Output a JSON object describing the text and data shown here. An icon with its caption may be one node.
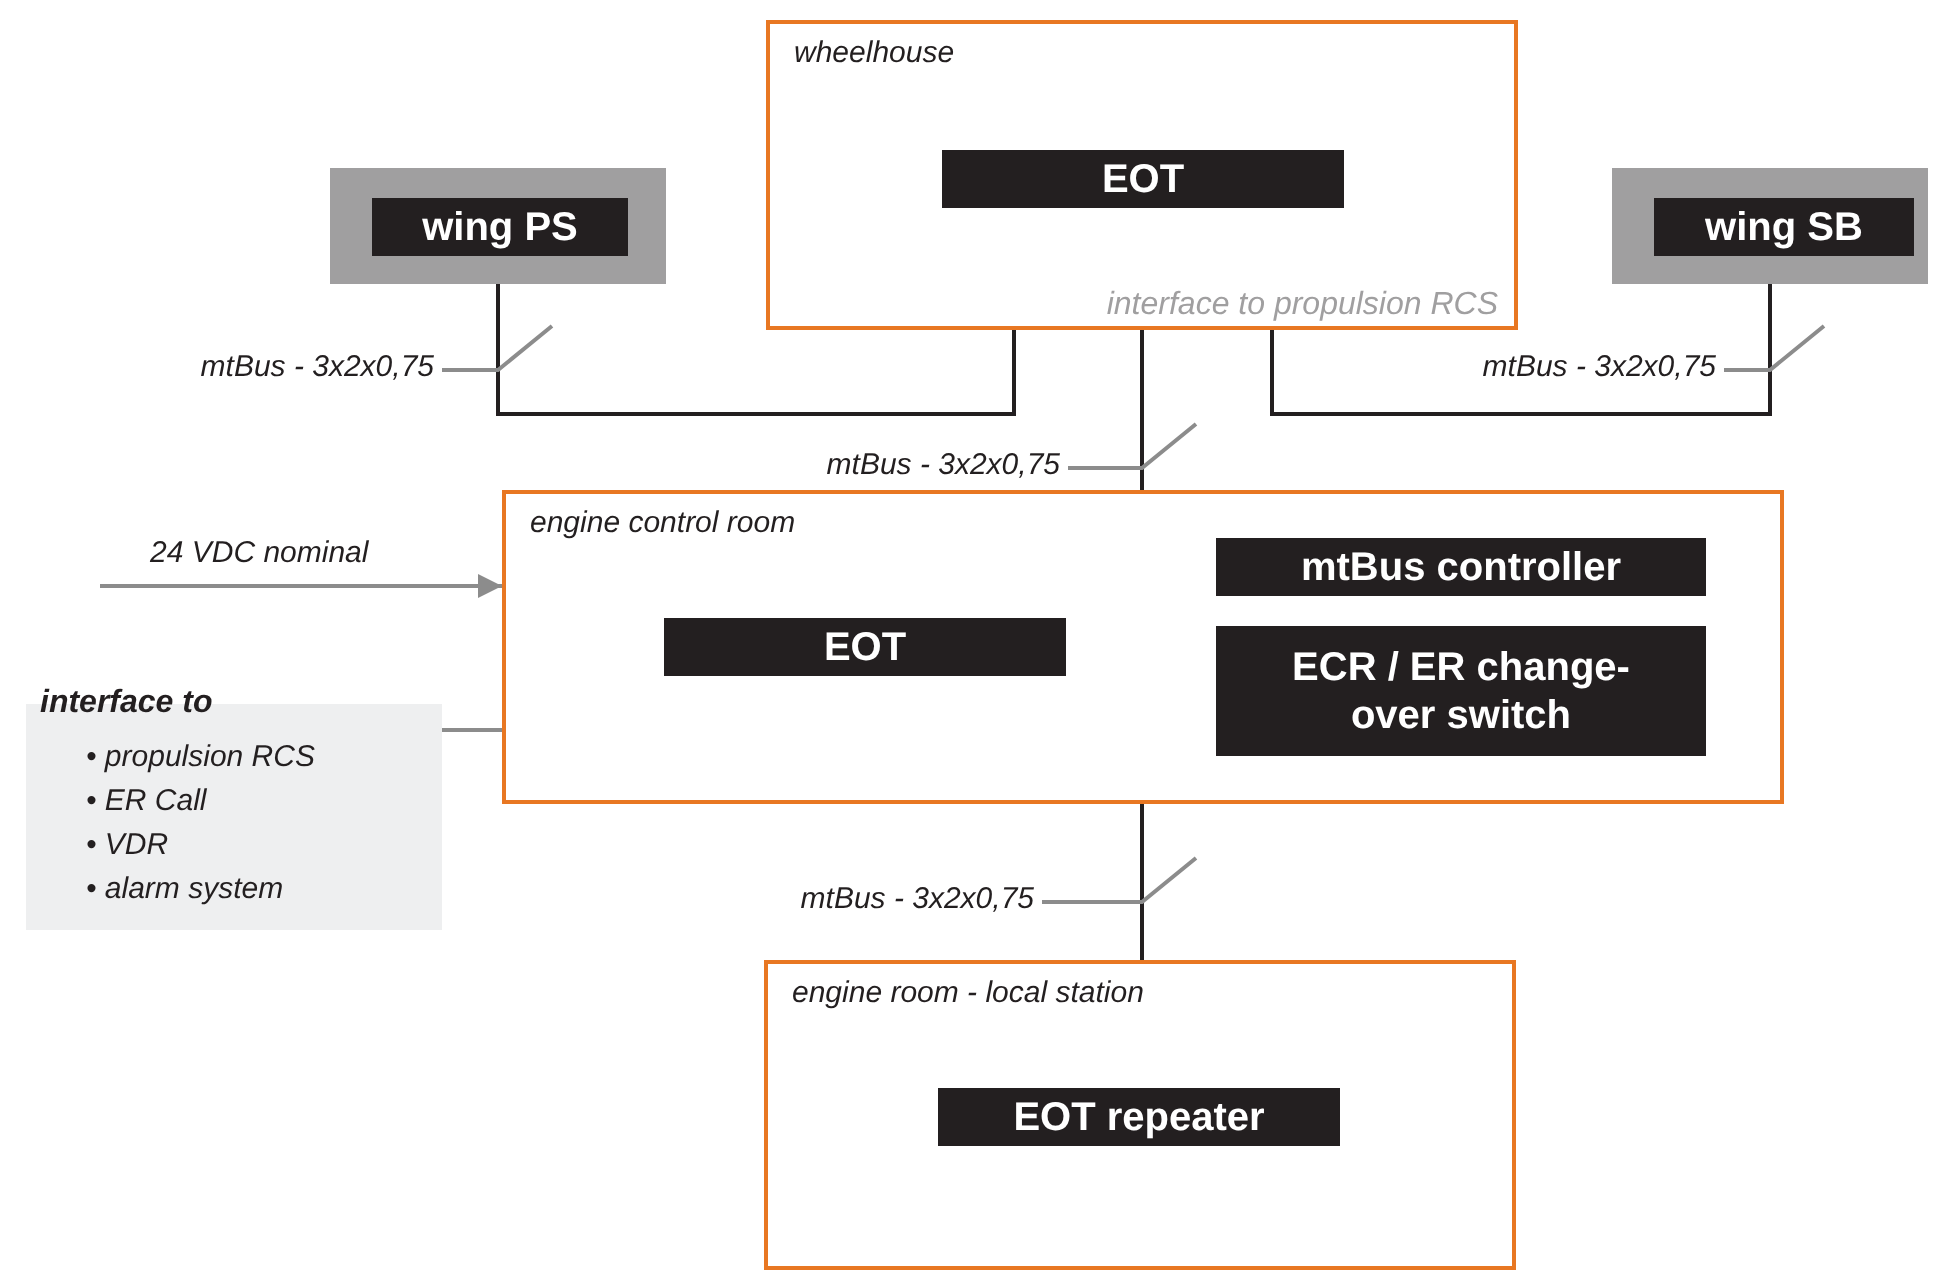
{
  "diagram": {
    "nodes": [
      {
        "text": [
          "wheelhouse",
          "interface to propulsion RCS"
        ]
      },
      {
        "text": [
          "EOT"
        ],
        "in": 0
      },
      {
        "text": [],
        "shape": "box"
      },
      {
        "text": [
          "wing PS"
        ],
        "in": 2
      },
      {
        "text": [],
        "shape": "box"
      },
      {
        "text": [
          "wing SB"
        ],
        "in": 4
      },
      {
        "text": [
          "engine control room"
        ]
      },
      {
        "text": [
          "EOT"
        ],
        "in": 6
      },
      {
        "text": [
          "mtBus controller"
        ],
        "in": 6
      },
      {
        "text": [
          "ECR / ER change-over switch"
        ],
        "in": 6
      },
      {
        "text": [
          "interface to",
          "• propulsion RCS",
          "• ER Call",
          "• VDR",
          "• alarm system"
        ]
      },
      {
        "text": [
          "engine room - local station"
        ]
      },
      {
        "text": [
          "EOT repeater"
        ],
        "in": 11
      }
    ],
    "edges": [
      {
        "from": 2,
        "to": 0,
        "arrow": "none",
        "label": "mtBus - 3x2x0,75"
      },
      {
        "from": 0,
        "to": 6,
        "arrow": "none",
        "label": "mtBus - 3x2x0,75"
      },
      {
        "from": 4,
        "to": 0,
        "arrow": "none",
        "label": "mtBus - 3x2x0,75"
      },
      {
        "from": 6,
        "to": 11,
        "arrow": "none",
        "label": "mtBus - 3x2x0,75"
      },
      {
        "from": 10,
        "to": 6,
        "arrow": "none",
        "color": "#8c8c8c"
      },
      {
        "from": null,
        "to": 6,
        "arrow": "to",
        "label": "24 VDC nominal",
        "color": "#8c8c8c"
      }
    ]
  }
}
